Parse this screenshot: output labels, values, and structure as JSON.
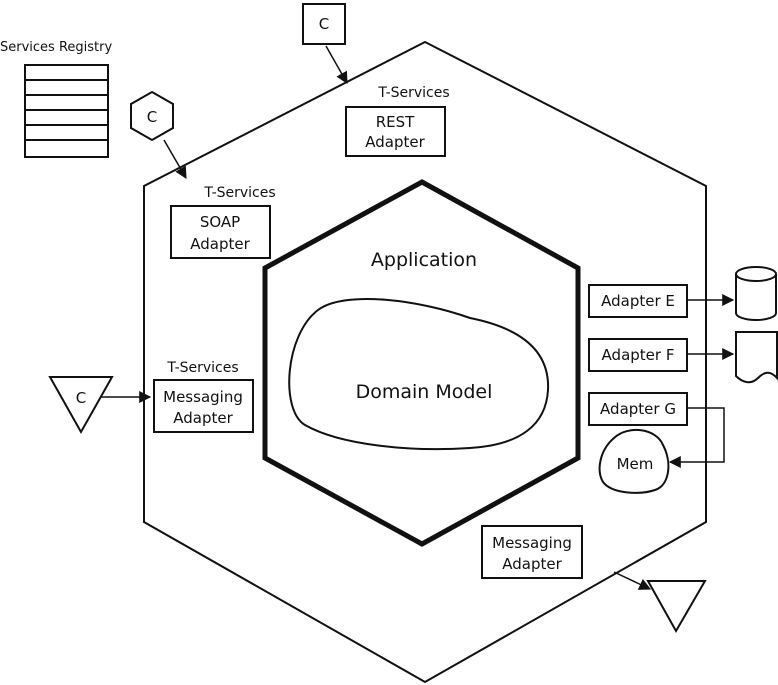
{
  "registry": {
    "title": "Services Registry"
  },
  "consumers": {
    "top_square": "C",
    "hexagon": "C",
    "triangle_left": "C"
  },
  "outer_hexagon": {
    "rest": {
      "group": "T-Services",
      "lines": [
        "REST",
        "Adapter"
      ]
    },
    "soap": {
      "group": "T-Services",
      "lines": [
        "SOAP",
        "Adapter"
      ]
    },
    "messaging_in": {
      "group": "T-Services",
      "lines": [
        "Messaging",
        "Adapter"
      ]
    },
    "messaging_out": {
      "lines": [
        "Messaging",
        "Adapter"
      ]
    },
    "adapter_e": "Adapter E",
    "adapter_f": "Adapter F",
    "adapter_g": "Adapter G"
  },
  "inner_hexagon": {
    "title": "Application",
    "domain": "Domain Model"
  },
  "external": {
    "mem": "Mem"
  }
}
